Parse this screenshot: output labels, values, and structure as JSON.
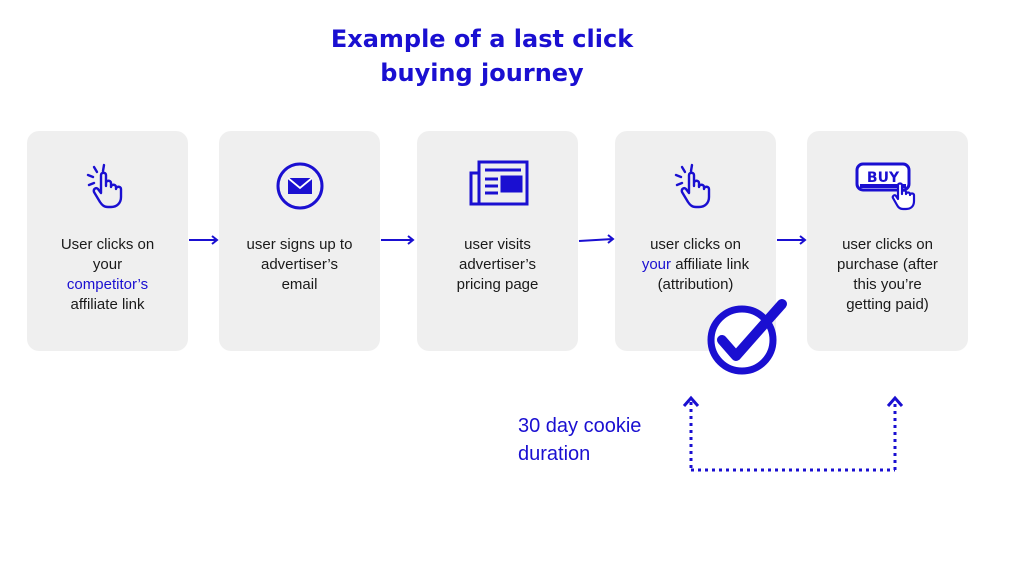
{
  "title": {
    "line1": "Example of a last click",
    "line2": "buying journey"
  },
  "steps": [
    {
      "icon": "click-icon",
      "lines": [
        "User clicks on",
        "your"
      ],
      "highlight": "competitor’s",
      "after": "affiliate link"
    },
    {
      "icon": "email-icon",
      "text": [
        "user signs up to",
        "advertiser’s",
        "email"
      ]
    },
    {
      "icon": "newspaper-icon",
      "text": [
        "user visits",
        "advertiser’s",
        "pricing page"
      ]
    },
    {
      "icon": "click-icon",
      "line1": "user clicks on",
      "highlight": "your",
      "line2_rest": " affiliate link",
      "line3": "(attribution)"
    },
    {
      "icon": "buy-button-icon",
      "buy_label": "BUY",
      "text": [
        "user clicks on",
        "purchase (after",
        "this you’re",
        "getting paid)"
      ]
    }
  ],
  "cookie_label": {
    "line1": "30 day cookie",
    "line2": "duration"
  },
  "colors": {
    "accent": "#1a0fd1",
    "card": "#efefef"
  }
}
